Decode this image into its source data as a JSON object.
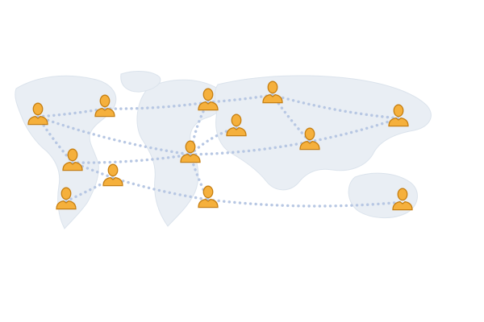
{
  "colors": {
    "person_fill": "#f5b03c",
    "person_stroke": "#c67f12",
    "link": "#b7c7e3",
    "map_land": "#e9eef4"
  },
  "icons": {
    "node": "person-icon",
    "background": "world-map"
  },
  "nodes": [
    {
      "id": "n1"
    },
    {
      "id": "n2"
    },
    {
      "id": "n3"
    },
    {
      "id": "n4"
    },
    {
      "id": "n5"
    },
    {
      "id": "n6"
    },
    {
      "id": "n7"
    },
    {
      "id": "n8"
    },
    {
      "id": "n9"
    },
    {
      "id": "n10"
    },
    {
      "id": "n11"
    },
    {
      "id": "n12"
    },
    {
      "id": "n13"
    },
    {
      "id": "n14"
    }
  ],
  "links": [
    [
      "n1",
      "n2"
    ],
    [
      "n2",
      "n3"
    ],
    [
      "n3",
      "n4"
    ],
    [
      "n4",
      "n5"
    ],
    [
      "n1",
      "n6"
    ],
    [
      "n1",
      "n8"
    ],
    [
      "n3",
      "n8"
    ],
    [
      "n7",
      "n8"
    ],
    [
      "n6",
      "n8"
    ],
    [
      "n8",
      "n9"
    ],
    [
      "n9",
      "n5"
    ],
    [
      "n6",
      "n10"
    ],
    [
      "n10",
      "n12"
    ],
    [
      "n12",
      "n13"
    ],
    [
      "n13",
      "n14"
    ],
    [
      "n11",
      "n10"
    ],
    [
      "n4",
      "n9"
    ],
    [
      "n8",
      "n12"
    ]
  ]
}
